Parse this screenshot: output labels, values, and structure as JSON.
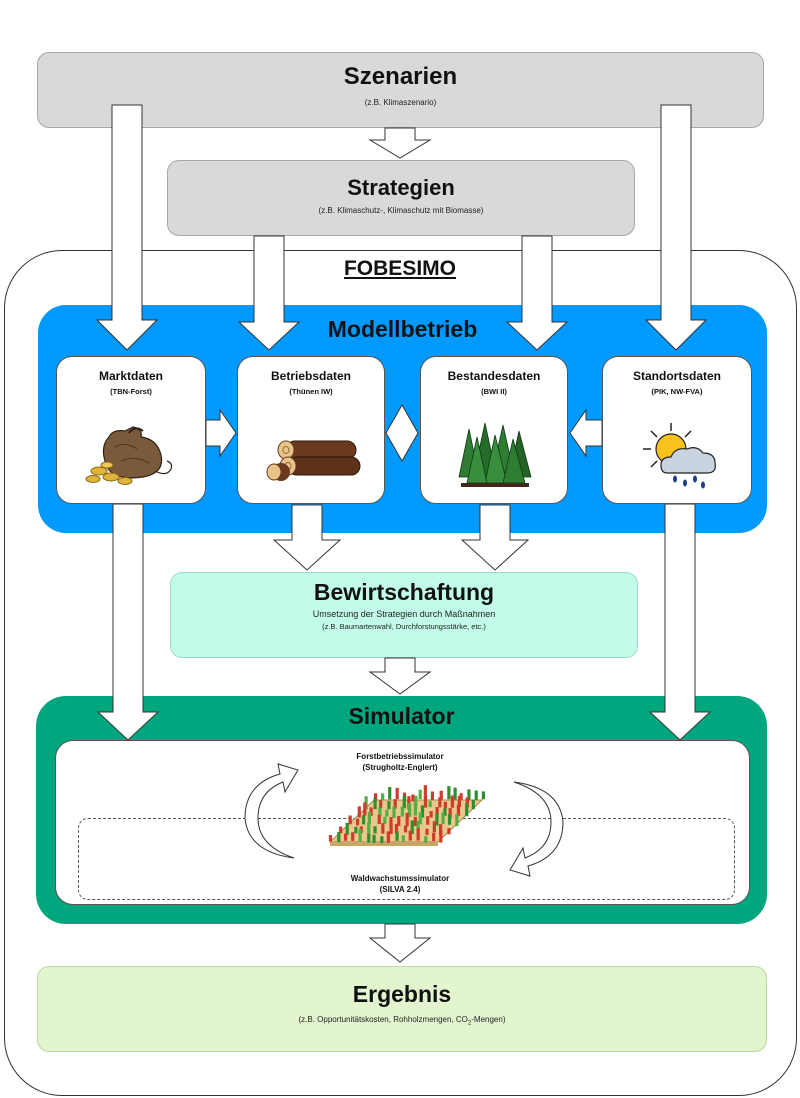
{
  "scenarios": {
    "title": "Szenarien",
    "subtitle": "(z.B. Klimaszenario)"
  },
  "strategies": {
    "title": "Strategien",
    "subtitle": "(z.B. Klimaschutz-, Klimaschutz mit Biomasse)"
  },
  "framework": {
    "title": "FOBESIMO"
  },
  "model_farm": {
    "title": "Modellbetrieb",
    "cards": [
      {
        "title": "Marktdaten",
        "subtitle": "(TBN-Forst)",
        "icon": "money-bag-icon"
      },
      {
        "title": "Betriebsdaten",
        "subtitle": "(Thünen IW)",
        "icon": "logs-icon"
      },
      {
        "title": "Bestandesdaten",
        "subtitle": "(BWI II)",
        "icon": "forest-icon"
      },
      {
        "title": "Standortsdaten",
        "subtitle": "(PIK, NW-FVA)",
        "icon": "weather-icon"
      }
    ]
  },
  "management": {
    "title": "Bewirtschaftung",
    "line1": "Umsetzung der Strategien durch Maßnahmen",
    "line2": "(z.B. Baumartenwahl, Durchforstungsstärke, etc.)"
  },
  "simulator": {
    "title": "Simulator",
    "upper_title": "Forstbetriebssimulator",
    "upper_sub": "(Strugholtz-Englert)",
    "lower_title": "Waldwachstumssimulator",
    "lower_sub": "(SILVA 2.4)"
  },
  "result": {
    "title": "Ergebnis",
    "subtitle_pre": "(z.B. Opportunitätskosten, Rohholzmengen, CO",
    "subtitle_sub": "2",
    "subtitle_post": "-Mengen)"
  },
  "colors": {
    "gray_box": "#d9d9d9",
    "model_blue": "#0099ff",
    "management_mint": "#c2fde9",
    "simulator_green": "#00a67e",
    "result_green": "#e2f5cf"
  }
}
